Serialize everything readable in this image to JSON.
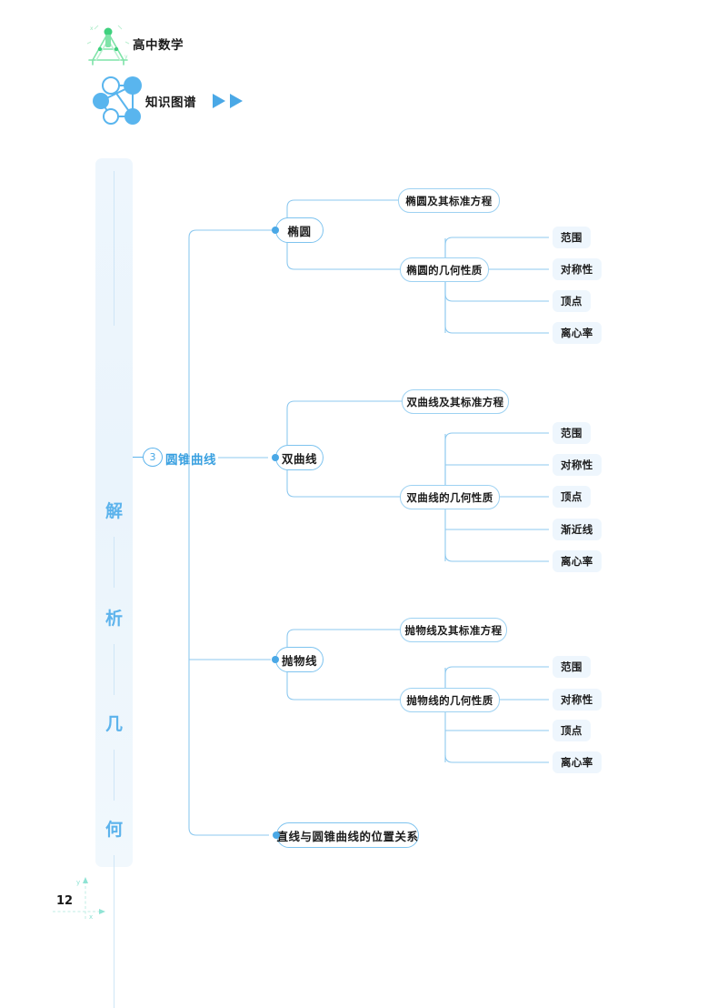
{
  "header": {
    "subject_title": "高中数学",
    "logo_icon": "compass-protractor-icon",
    "kg_title": "知识图谱",
    "kg_icon": "knowledge-graph-network-icon",
    "arrows_icon": "double-play-arrow-icon"
  },
  "side_band": {
    "chars": [
      "解",
      "析",
      "几",
      "何"
    ],
    "full_text": "解析几何",
    "color": "#5cb3ec",
    "background": "#eaf4fc"
  },
  "root": {
    "number": "3",
    "label": "圆锥曲线",
    "color": "#39a0e0"
  },
  "branches": [
    {
      "label": "椭圆",
      "children": [
        {
          "label": "椭圆及其标准方程",
          "leaves": []
        },
        {
          "label": "椭圆的几何性质",
          "leaves": [
            "范围",
            "对称性",
            "顶点",
            "离心率"
          ]
        }
      ]
    },
    {
      "label": "双曲线",
      "children": [
        {
          "label": "双曲线及其标准方程",
          "leaves": []
        },
        {
          "label": "双曲线的几何性质",
          "leaves": [
            "范围",
            "对称性",
            "顶点",
            "渐近线",
            "离心率"
          ]
        }
      ]
    },
    {
      "label": "抛物线",
      "children": [
        {
          "label": "抛物线及其标准方程",
          "leaves": []
        },
        {
          "label": "抛物线的几何性质",
          "leaves": [
            "范围",
            "对称性",
            "顶点",
            "离心率"
          ]
        }
      ]
    }
  ],
  "bottom_node": {
    "label": "直线与圆锥曲线的位置关系"
  },
  "footer": {
    "page_number": "12",
    "axis_icon": "coordinate-axis-icon"
  },
  "theme": {
    "line_color": "#8ec9ef",
    "accent": "#4aa8e6",
    "leaf_bg": "#eef6fd"
  }
}
